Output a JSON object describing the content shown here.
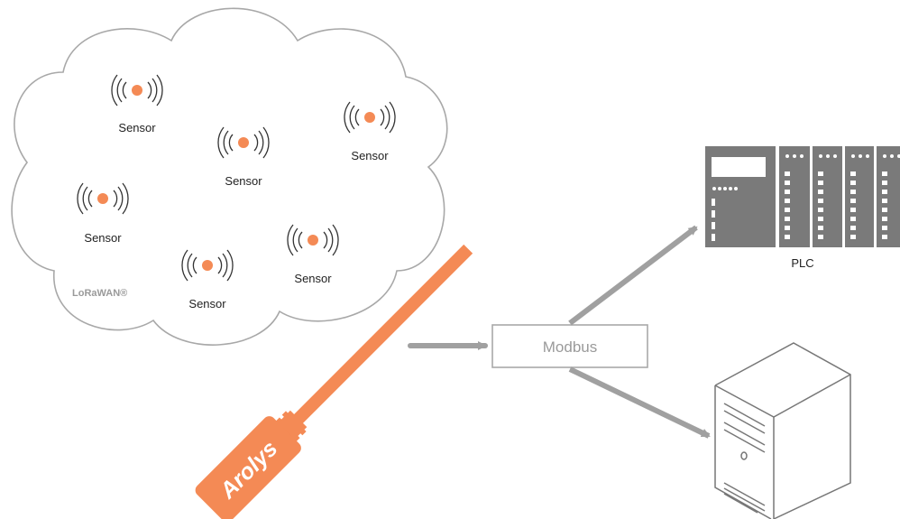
{
  "network": {
    "label": "LoRaWAN®",
    "sensors": [
      {
        "label": "Sensor"
      },
      {
        "label": "Sensor"
      },
      {
        "label": "Sensor"
      },
      {
        "label": "Sensor"
      },
      {
        "label": "Sensor"
      },
      {
        "label": "Sensor"
      }
    ]
  },
  "gateway": {
    "brand": "Arolys"
  },
  "protocol": {
    "label": "Modbus"
  },
  "plc": {
    "label": "PLC"
  },
  "colors": {
    "accent": "#f48a55",
    "line": "#a0a0a0",
    "device": "#7a7a7a",
    "text": "#222222"
  }
}
